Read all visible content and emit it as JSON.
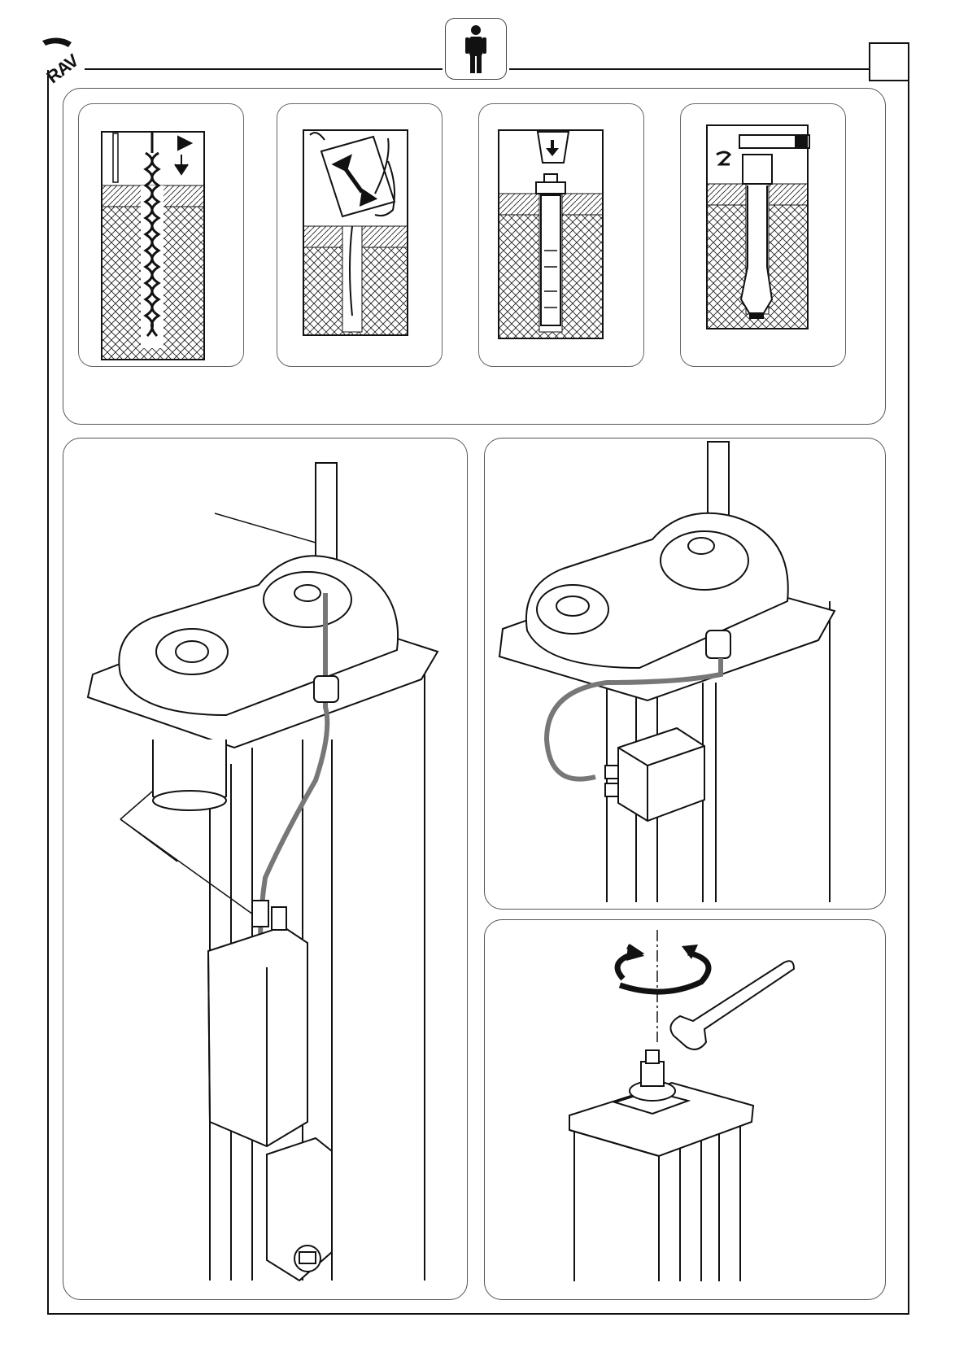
{
  "header": {
    "logo_text": "RAV",
    "person_icon": "person-icon",
    "page_number": ""
  },
  "steps": [
    {
      "icon": "drill-hole-icon"
    },
    {
      "icon": "clean-hole-icon"
    },
    {
      "icon": "insert-anchor-icon"
    },
    {
      "icon": "tighten-anchor-icon"
    }
  ],
  "illustrations": {
    "left": "column-motor-wiring-illustration",
    "top_right": "cable-junction-box-illustration",
    "bottom_right": "wrench-tightening-illustration"
  },
  "colors": {
    "line": "#111111",
    "cable": "#777777",
    "panel_border": "#555555",
    "hatch": "#222222"
  }
}
